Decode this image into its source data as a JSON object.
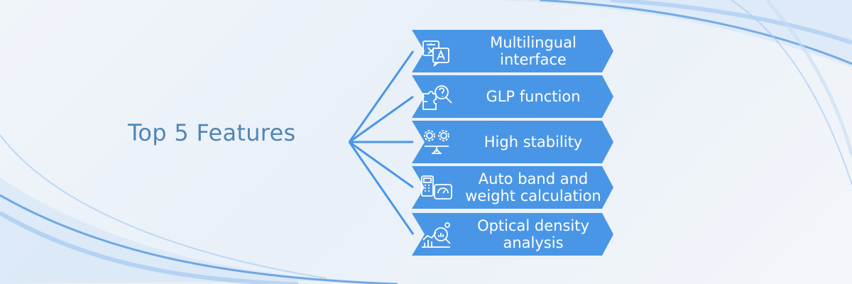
{
  "title": "Top 5 Features",
  "accent_color": "#4a96e6",
  "features": [
    {
      "label": "Multilingual interface",
      "icon": "translate-icon"
    },
    {
      "label": "GLP function",
      "icon": "puzzle-search-icon"
    },
    {
      "label": "High stability",
      "icon": "balance-gears-icon"
    },
    {
      "label": "Auto band and weight calculation",
      "icon": "calculator-scale-icon"
    },
    {
      "label": "Optical density analysis",
      "icon": "chart-analysis-icon"
    }
  ]
}
